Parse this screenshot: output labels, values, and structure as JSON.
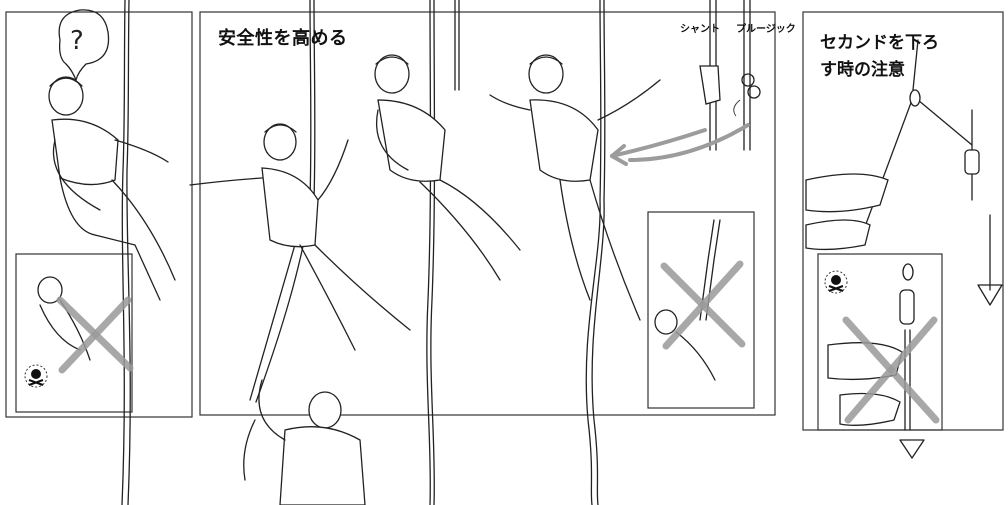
{
  "main_title": "安全性を高める",
  "gear_labels": [
    "シャント",
    "プルージック"
  ],
  "side_title": "セカンドを下ろす時の注意",
  "thought_bubble_text": "?",
  "icons": [
    "skull-crossbones-icon",
    "cross-mark-icon",
    "down-arrow-icon"
  ],
  "colors": {
    "ink": "#222222",
    "cross_mark": "#9a9a9a",
    "background": "#ffffff"
  }
}
